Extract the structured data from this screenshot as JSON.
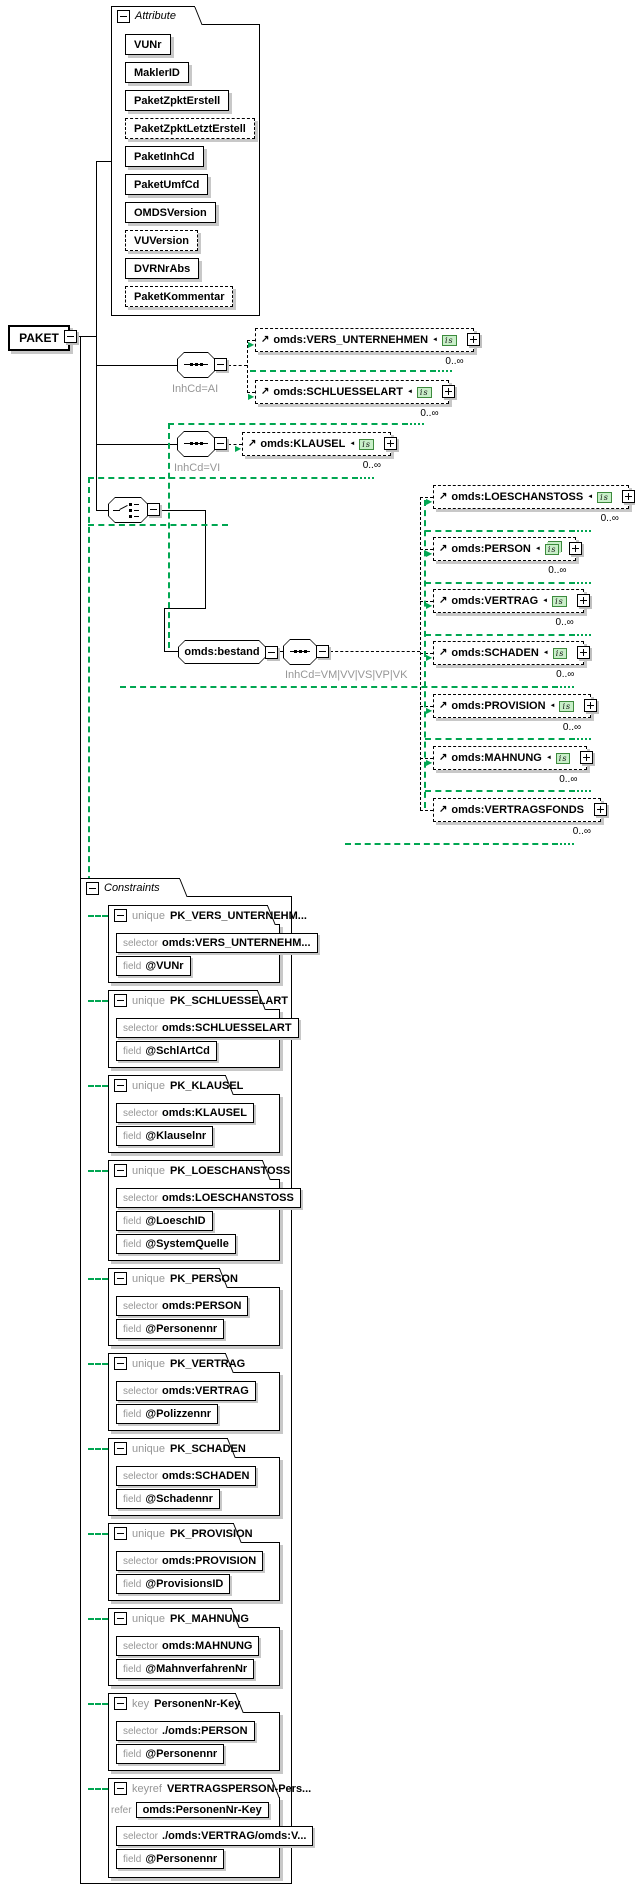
{
  "root": {
    "label": "PAKET"
  },
  "ui": {
    "badge_label": "is",
    "occurs_label": "0..∞"
  },
  "attribute_panel": {
    "title": "Attribute",
    "items": [
      {
        "name": "VUNr",
        "required": true
      },
      {
        "name": "MaklerID",
        "required": true
      },
      {
        "name": "PaketZpktErstell",
        "required": true
      },
      {
        "name": "PaketZpktLetztErstell",
        "required": false
      },
      {
        "name": "PaketInhCd",
        "required": true
      },
      {
        "name": "PaketUmfCd",
        "required": true
      },
      {
        "name": "OMDSVersion",
        "required": true
      },
      {
        "name": "VUVersion",
        "required": false
      },
      {
        "name": "DVRNrAbs",
        "required": true
      },
      {
        "name": "PaketKommentar",
        "required": false
      }
    ]
  },
  "compositors": {
    "seq_ai_label": "InhCd=AI",
    "seq_vi_label": "InhCd=VI",
    "seq_bestand_label": "InhCd=VM|VV|VS|VP|VK"
  },
  "elements": {
    "vers_unternehmen": {
      "name": "omds:VERS_UNTERNEHMEN",
      "occurs": "0..∞"
    },
    "schluesselart": {
      "name": "omds:SCHLUESSELART",
      "occurs": "0..∞"
    },
    "klausel": {
      "name": "omds:KLAUSEL",
      "occurs": "0..∞"
    },
    "bestand": {
      "name": "omds:bestand"
    },
    "bestand_children": [
      {
        "name": "omds:LOESCHANSTOSS",
        "occurs": "0..∞"
      },
      {
        "name": "omds:PERSON",
        "occurs": "0..∞"
      },
      {
        "name": "omds:VERTRAG",
        "occurs": "0..∞"
      },
      {
        "name": "omds:SCHADEN",
        "occurs": "0..∞"
      },
      {
        "name": "omds:PROVISION",
        "occurs": "0..∞"
      },
      {
        "name": "omds:MAHNUNG",
        "occurs": "0..∞"
      },
      {
        "name": "omds:VERTRAGSFONDS",
        "occurs": "0..∞"
      }
    ]
  },
  "constraints_panel": {
    "title": "Constraints",
    "blocks": [
      {
        "kind": "unique",
        "name": "PK_VERS_UNTERNEHM...",
        "rows": [
          {
            "label": "selector",
            "value": "omds:VERS_UNTERNEHM..."
          },
          {
            "label": "field",
            "value": "@VUNr"
          }
        ]
      },
      {
        "kind": "unique",
        "name": "PK_SCHLUESSELART",
        "rows": [
          {
            "label": "selector",
            "value": "omds:SCHLUESSELART"
          },
          {
            "label": "field",
            "value": "@SchlArtCd"
          }
        ]
      },
      {
        "kind": "unique",
        "name": "PK_KLAUSEL",
        "rows": [
          {
            "label": "selector",
            "value": "omds:KLAUSEL"
          },
          {
            "label": "field",
            "value": "@Klauselnr"
          }
        ]
      },
      {
        "kind": "unique",
        "name": "PK_LOESCHANSTOSS",
        "rows": [
          {
            "label": "selector",
            "value": "omds:LOESCHANSTOSS"
          },
          {
            "label": "field",
            "value": "@LoeschID"
          },
          {
            "label": "field",
            "value": "@SystemQuelle"
          }
        ]
      },
      {
        "kind": "unique",
        "name": "PK_PERSON",
        "rows": [
          {
            "label": "selector",
            "value": "omds:PERSON"
          },
          {
            "label": "field",
            "value": "@Personennr"
          }
        ]
      },
      {
        "kind": "unique",
        "name": "PK_VERTRAG",
        "rows": [
          {
            "label": "selector",
            "value": "omds:VERTRAG"
          },
          {
            "label": "field",
            "value": "@Polizzennr"
          }
        ]
      },
      {
        "kind": "unique",
        "name": "PK_SCHADEN",
        "rows": [
          {
            "label": "selector",
            "value": "omds:SCHADEN"
          },
          {
            "label": "field",
            "value": "@Schadennr"
          }
        ]
      },
      {
        "kind": "unique",
        "name": "PK_PROVISION",
        "rows": [
          {
            "label": "selector",
            "value": "omds:PROVISION"
          },
          {
            "label": "field",
            "value": "@ProvisionsID"
          }
        ]
      },
      {
        "kind": "unique",
        "name": "PK_MAHNUNG",
        "rows": [
          {
            "label": "selector",
            "value": "omds:MAHNUNG"
          },
          {
            "label": "field",
            "value": "@MahnverfahrenNr"
          }
        ]
      },
      {
        "kind": "key",
        "name": "PersonenNr-Key",
        "rows": [
          {
            "label": "selector",
            "value": "./omds:PERSON"
          },
          {
            "label": "field",
            "value": "@Personennr"
          }
        ]
      },
      {
        "kind": "keyref",
        "name": "VERTRAGSPERSON-Pers...",
        "refer": {
          "label": "refer",
          "value": "omds:PersonenNr-Key"
        },
        "rows": [
          {
            "label": "selector",
            "value": "./omds:VERTRAG/omds:V..."
          },
          {
            "label": "field",
            "value": "@Personennr"
          }
        ]
      }
    ]
  },
  "colors": {
    "constraint_line": "#00a651",
    "shadow": "#c8c8c8"
  }
}
